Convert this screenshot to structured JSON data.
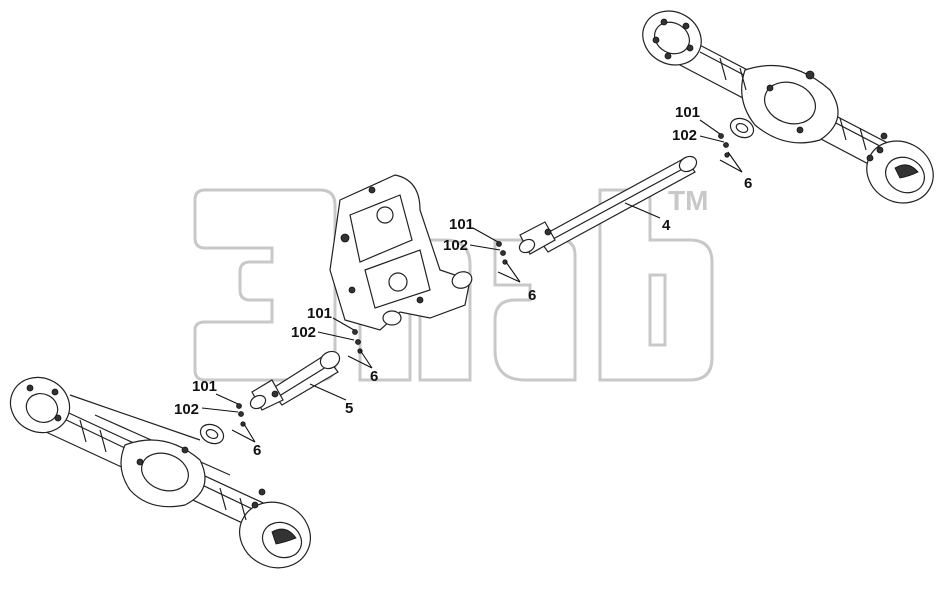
{
  "labels": {
    "shaft_front": "4",
    "shaft_rear": "5",
    "bolt_a": "101",
    "bolt_b": "101",
    "bolt_c": "101",
    "bolt_d": "101",
    "nut_a": "102",
    "nut_b": "102",
    "nut_c": "102",
    "nut_d": "102",
    "fastener_a": "6",
    "fastener_b": "6",
    "fastener_c": "6",
    "fastener_d": "6"
  },
  "watermark": {
    "mark": "TM"
  },
  "colors": {
    "line": "#222222",
    "watermark": "#c8c8c8",
    "background": "#ffffff"
  }
}
